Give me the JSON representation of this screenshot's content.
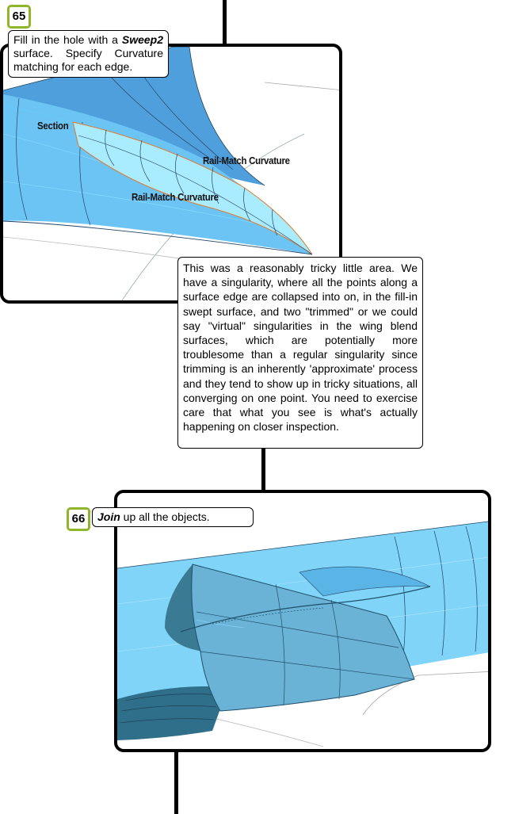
{
  "step65": {
    "number": "65",
    "instruction_pre": "Fill in the hole with a ",
    "instruction_cmd": "Sweep2",
    "instruction_post": " surface. Specify Curvature matching for each edge.",
    "labels": {
      "section": "Section",
      "rail1": "Rail-Match Curvature",
      "rail2": "Rail-Match Curvature"
    }
  },
  "note": {
    "text": "This was a reasonably tricky little area. We have a singularity, where all the points along a surface edge are collapsed into on, in the fill-in swept surface, and two \"trimmed\" or we could say \"virtual\" singularities in the wing blend surfaces, which are potentially more troublesome than a regular singularity since trimming is an inherently 'approximate' process and they tend to show up in tricky situations, all converging on one point. You need  to exercise care that what you see is what's actually happening on closer inspection."
  },
  "step66": {
    "number": "66",
    "instruction_cmd": "Join",
    "instruction_post": " up all the objects."
  },
  "colors": {
    "surface_light": "#8fdcff",
    "surface_mid": "#5fb8ee",
    "surface_dark": "#2f7fb5",
    "badge_green": "#8fb52a"
  }
}
